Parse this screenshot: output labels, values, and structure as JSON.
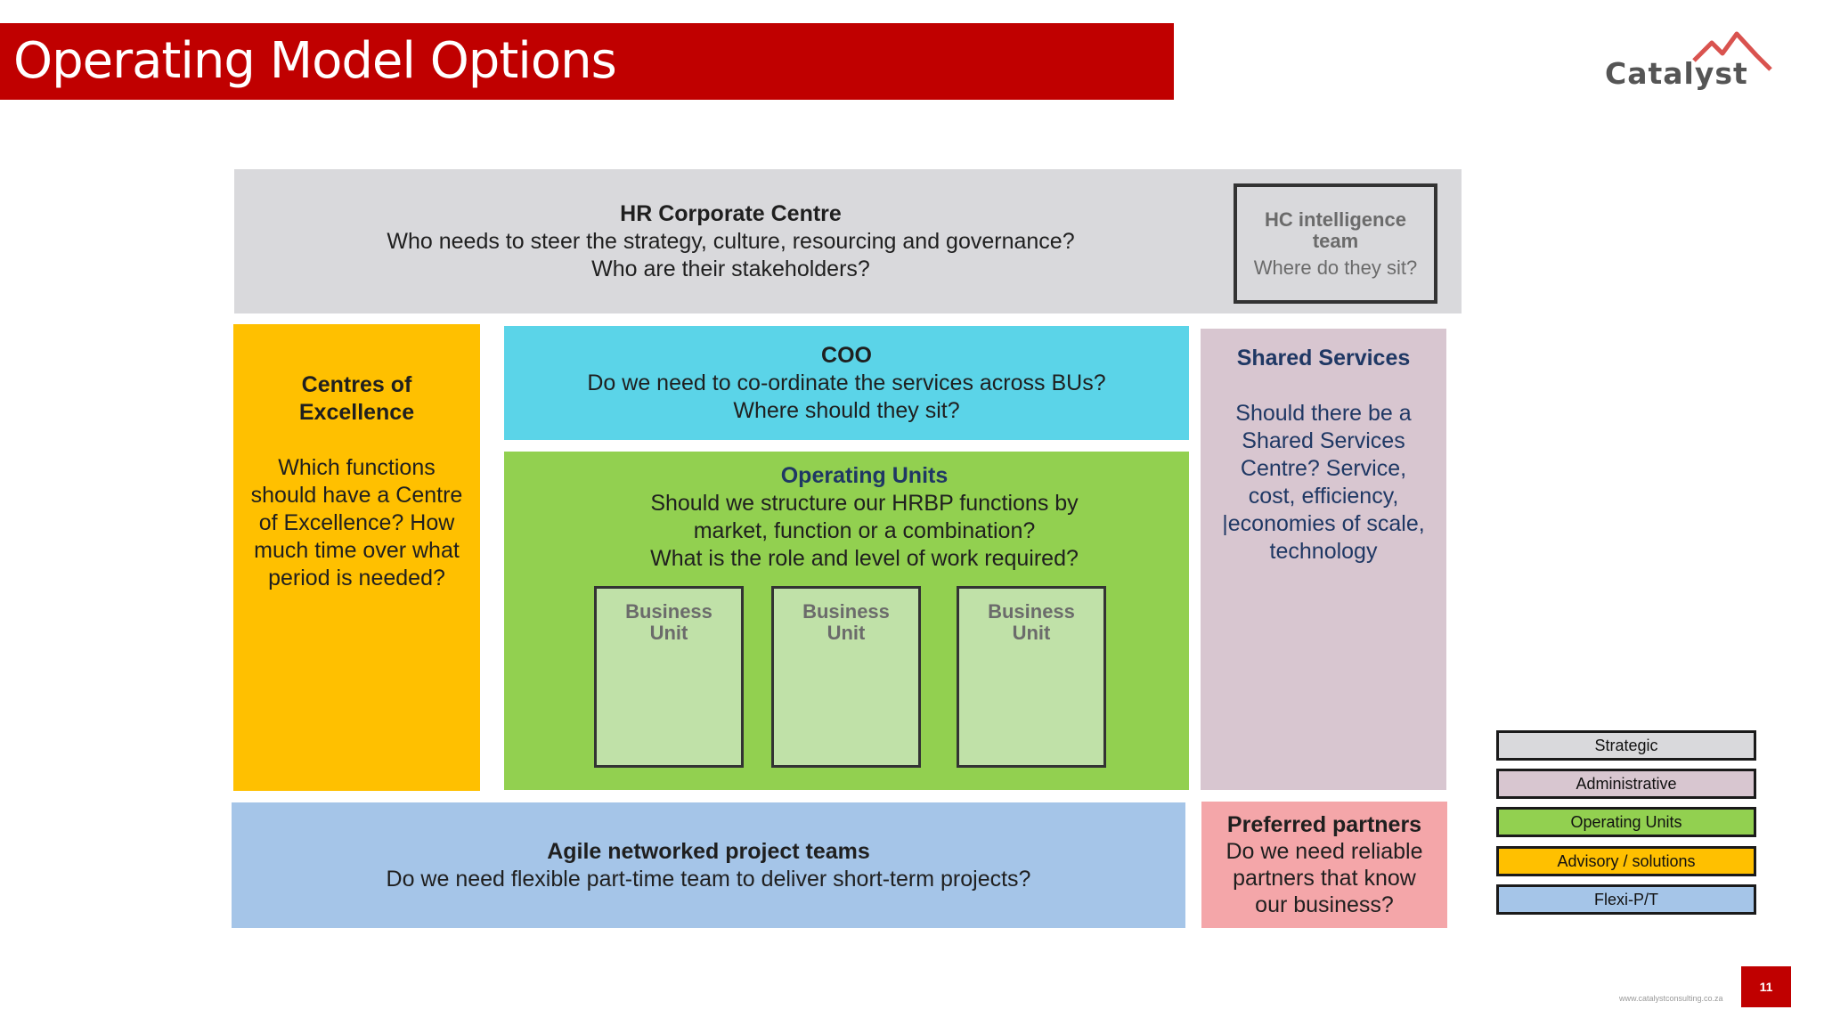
{
  "slide": {
    "title": "Operating Model Options",
    "logo_text": "Catalyst",
    "footer_url": "www.catalystconsulting.co.za",
    "page_number": "11"
  },
  "colors": {
    "title_bar": "#c00000",
    "strategic": "#d9d9dc",
    "administrative": "#d8c6d0",
    "operating_units": "#92d050",
    "advisory": "#ffc000",
    "flexi": "#a5c5e8",
    "coo": "#5bd4e8",
    "preferred_partners": "#f4a6a9"
  },
  "hr_centre": {
    "title": "HR Corporate Centre",
    "line1": "Who needs to steer the strategy, culture, resourcing and governance?",
    "line2": "Who are their stakeholders?"
  },
  "hc_team": {
    "title": "HC intelligence team",
    "subtitle": "Where do they sit?"
  },
  "coe": {
    "title": "Centres of Excellence",
    "body": "Which functions should have a Centre of Excellence? How much time over what period is needed?"
  },
  "coo": {
    "title": "COO",
    "line1": "Do we need to co-ordinate the services across BUs?",
    "line2": "Where should they sit?"
  },
  "operating_units": {
    "title": "Operating Units",
    "line1": "Should we structure our HRBP functions by",
    "line2": "market, function or a combination?",
    "line3": "What is the role and level of work required?"
  },
  "business_units": [
    {
      "label": "Business Unit"
    },
    {
      "label": "Business Unit"
    },
    {
      "label": "Business Unit"
    }
  ],
  "shared_services": {
    "title": "Shared Services",
    "body": "Should there be a Shared Services Centre? Service, cost, efficiency, |economies of scale, technology"
  },
  "agile": {
    "title": "Agile networked project teams",
    "line1": "Do we need flexible part-time team to deliver short-term projects?"
  },
  "preferred_partners": {
    "title": "Preferred partners",
    "body": "Do we need reliable partners that know our business?"
  },
  "legend": [
    {
      "label": "Strategic",
      "color": "#d9d9dc"
    },
    {
      "label": "Administrative",
      "color": "#d8c6d0"
    },
    {
      "label": "Operating Units",
      "color": "#92d050"
    },
    {
      "label": "Advisory / solutions",
      "color": "#ffc000"
    },
    {
      "label": "Flexi-P/T",
      "color": "#a5c5e8"
    }
  ]
}
